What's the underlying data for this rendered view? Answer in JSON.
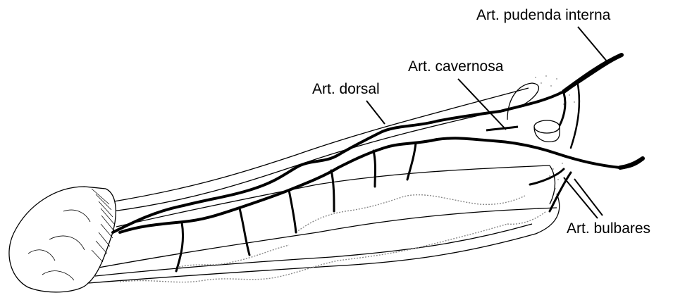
{
  "labels": {
    "pudenda_interna": "Art. pudenda interna",
    "cavernosa": "Art. cavernosa",
    "dorsal": "Art. dorsal",
    "bulbares": "Art. bulbares"
  },
  "colors": {
    "ink": "#000000",
    "background": "#ffffff",
    "vein_gray": "#8a8a8a"
  }
}
